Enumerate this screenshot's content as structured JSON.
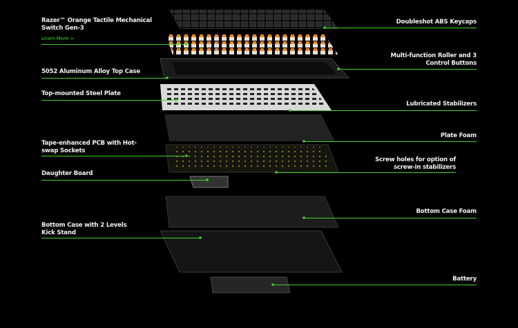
{
  "accent_color": "#44d62c",
  "left_labels": [
    {
      "text": "Razer™ Orange Tactile Mechanical Switch Gen-3",
      "link": "Learn More >"
    },
    {
      "text": "5052 Aluminum Alloy Top Case"
    },
    {
      "text": "Top-mounted Steel Plate"
    },
    {
      "text": "Tape-enhanced PCB with Hot-swap Sockets"
    },
    {
      "text": "Daughter Board"
    },
    {
      "text": "Bottom Case with 2 Levels Kick Stand"
    }
  ],
  "right_labels": [
    {
      "text": "Doubleshot ABS Keycaps"
    },
    {
      "text": "Multi-function Roller and 3 Control Buttons"
    },
    {
      "text": "Lubricated Stabilizers"
    },
    {
      "text": "Plate Foam"
    },
    {
      "text": "Screw holes for option of screw-in stabilizers"
    },
    {
      "text": "Bottom Case Foam"
    },
    {
      "text": "Battery"
    }
  ]
}
